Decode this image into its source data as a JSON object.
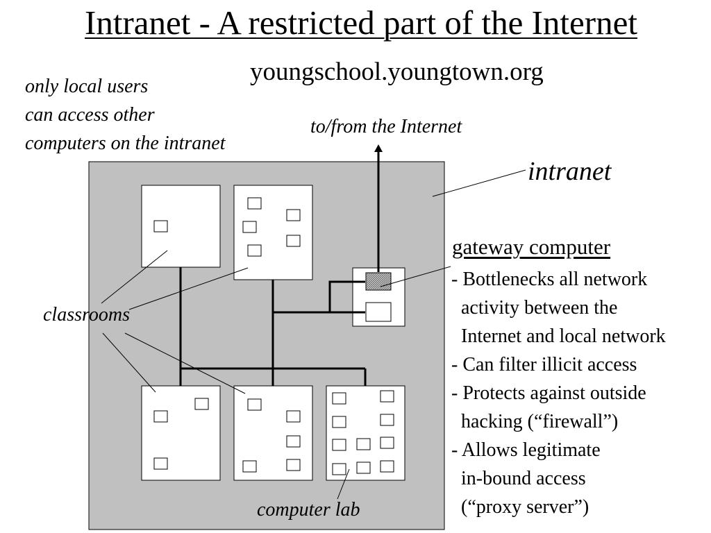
{
  "title": "Intranet - A restricted part of the Internet",
  "domain_name": "youngschool.youngtown.org",
  "note": {
    "lines": [
      "only local users",
      "can access other",
      "computers on the intranet"
    ]
  },
  "labels": {
    "internet": "to/from the Internet",
    "intranet": "intranet",
    "classrooms": "classrooms",
    "computer_lab": "computer lab"
  },
  "gateway": {
    "title": "gateway computer",
    "lines": [
      "- Bottlenecks all network",
      "  activity between the",
      "  Internet and local network",
      "- Can filter illicit access",
      "- Protects against outside",
      "  hacking (“firewall”)",
      "- Allows legitimate",
      "  in-bound access",
      "  (“proxy server”)"
    ]
  },
  "colors": {
    "intranet_fill": "#c0c0c0",
    "room_fill": "#ffffff",
    "line": "#000000"
  }
}
